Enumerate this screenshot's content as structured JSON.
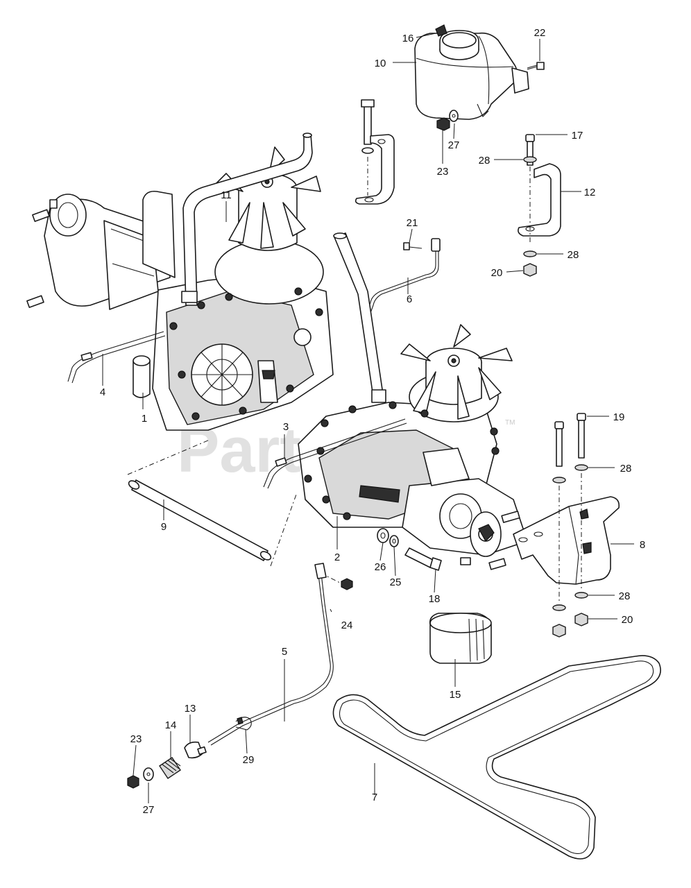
{
  "watermark": "PartsTree",
  "watermark_tm": "TM",
  "callouts": {
    "c1": "1",
    "c2": "2",
    "c3": "3",
    "c4": "4",
    "c5": "5",
    "c6": "6",
    "c7": "7",
    "c8": "8",
    "c9": "9",
    "c10": "10",
    "c11": "11",
    "c12": "12",
    "c13": "13",
    "c14": "14",
    "c15": "15",
    "c16": "16",
    "c17": "17",
    "c18": "18",
    "c19": "19",
    "c20a": "20",
    "c20b": "20",
    "c21": "21",
    "c22": "22",
    "c23a": "23",
    "c23b": "23",
    "c24": "24",
    "c25": "25",
    "c26": "26",
    "c27a": "27",
    "c27b": "27",
    "c28a": "28",
    "c28b": "28",
    "c28c": "28",
    "c28d": "28",
    "c29": "29"
  }
}
